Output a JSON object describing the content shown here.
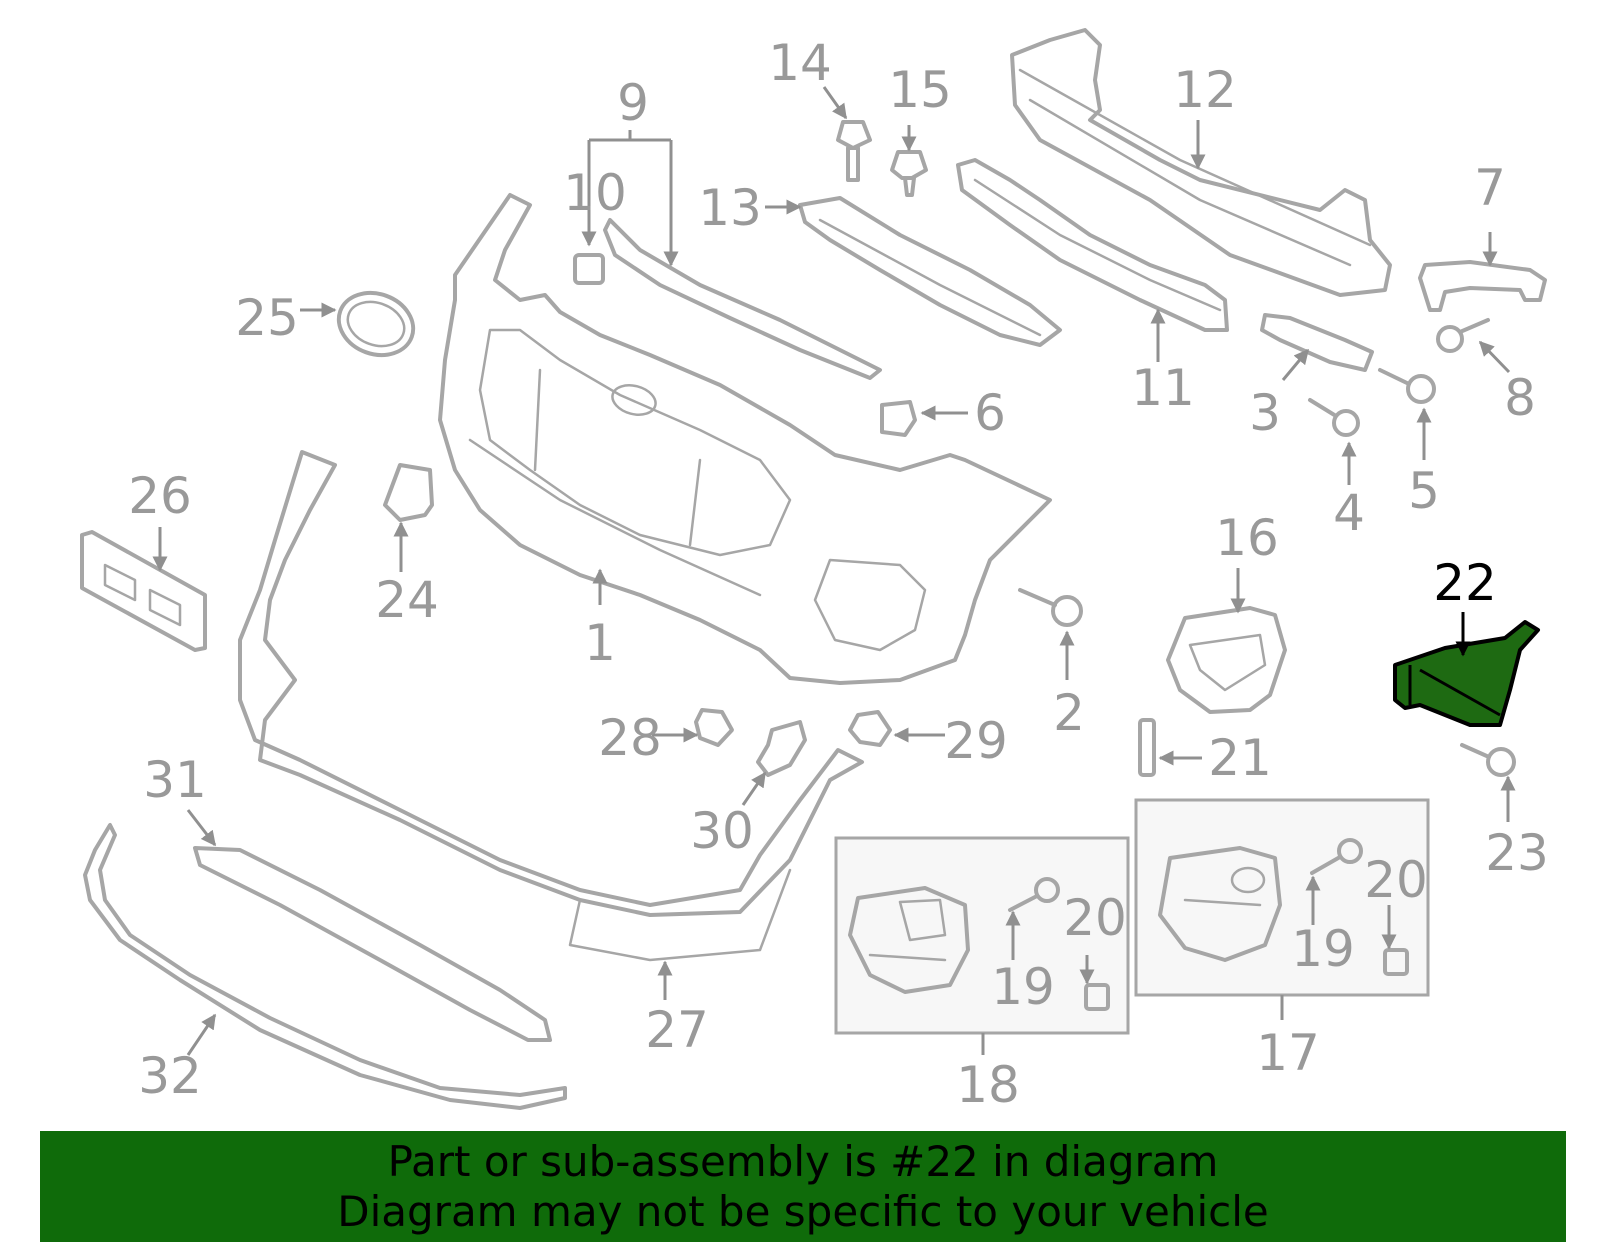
{
  "diagram": {
    "highlighted_part": "22",
    "highlight_color": "#1e6a12",
    "callouts": {
      "c1": "1",
      "c2": "2",
      "c3": "3",
      "c4": "4",
      "c5": "5",
      "c6": "6",
      "c7": "7",
      "c8": "8",
      "c9": "9",
      "c10": "10",
      "c11": "11",
      "c12": "12",
      "c13": "13",
      "c14": "14",
      "c15": "15",
      "c16": "16",
      "c17": "17",
      "c18": "18",
      "c19a": "19",
      "c19b": "19",
      "c20a": "20",
      "c20b": "20",
      "c21": "21",
      "c22": "22",
      "c23": "23",
      "c24": "24",
      "c25": "25",
      "c26": "26",
      "c27": "27",
      "c28": "28",
      "c29": "29",
      "c30": "30",
      "c31": "31",
      "c32": "32"
    }
  },
  "banner": {
    "line1": "Part or sub-assembly is #22 in diagram",
    "line2": "Diagram may not be specific to your vehicle",
    "color": "#0f6b0a"
  }
}
